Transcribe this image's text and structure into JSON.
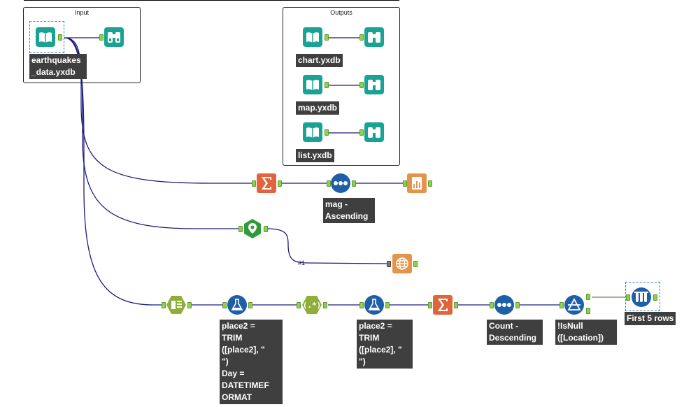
{
  "containers": {
    "input_title": "Input",
    "outputs_title": "Outputs"
  },
  "annotations": {
    "input_file": "earthquakes\n_data.yxdb",
    "chart_file": "chart.yxdb",
    "map_file": "map.yxdb",
    "list_file": "list.yxdb",
    "sort_mag": "mag -\nAscending",
    "formula1": "place2 =\nTRIM\n([place2], \"\n\")\nDay =\nDATETIMEF\nORMAT",
    "formula2": "place2 =\nTRIM\n([place2], \"\n\")",
    "sort_count": "Count -\nDescending",
    "filter": "!IsNull\n([Location])",
    "sample": "First 5 rows"
  },
  "wire_labels": {
    "union_input": "#1"
  },
  "colors": {
    "input_teal": "#1aa394",
    "summarize": "#e0643c",
    "sort_blue": "#1f5fa8",
    "spatial_green": "#2e9a3b",
    "parse_green": "#8fae3a",
    "reporting": "#e4934a",
    "wire": "#1c1a7a",
    "wire_green": "#4a9b3a"
  }
}
